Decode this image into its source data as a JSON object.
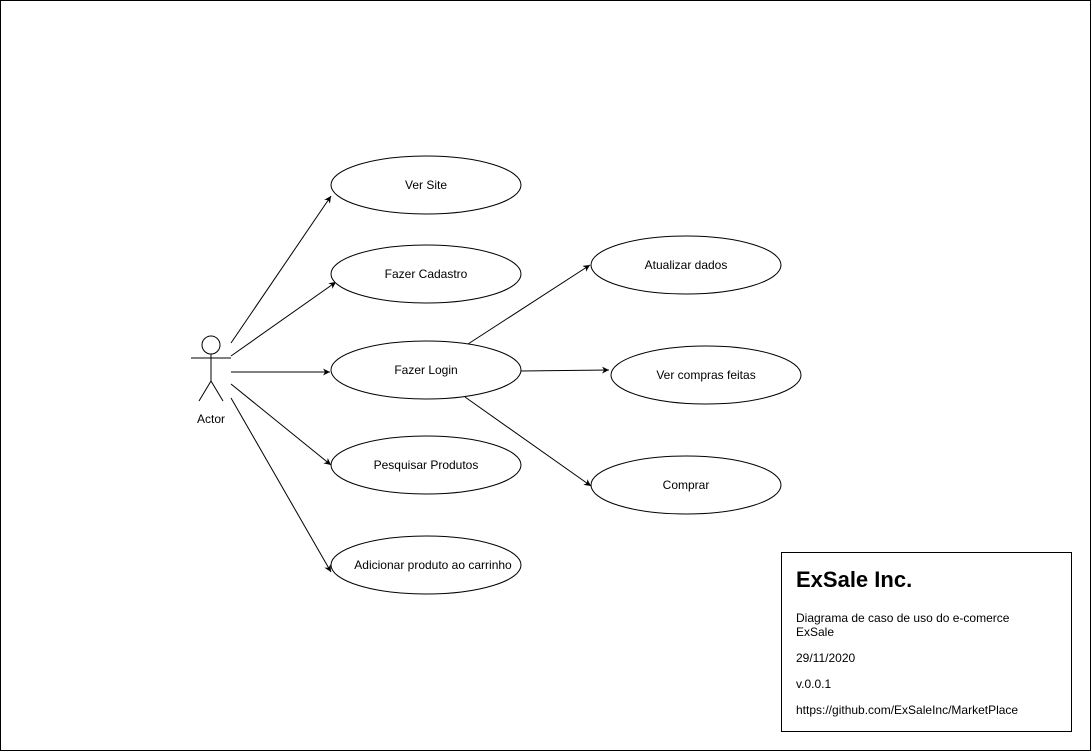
{
  "diagram": {
    "actor": {
      "label": "Actor"
    },
    "use_cases": [
      {
        "id": "ver-site",
        "label": "Ver Site"
      },
      {
        "id": "fazer-cadastro",
        "label": "Fazer Cadastro"
      },
      {
        "id": "fazer-login",
        "label": "Fazer Login"
      },
      {
        "id": "pesquisar-produtos",
        "label": "Pesquisar Produtos"
      },
      {
        "id": "adicionar-produto",
        "label": "Adicionar produto ao carrinho"
      },
      {
        "id": "atualizar-dados",
        "label": "Atualizar dados"
      },
      {
        "id": "ver-compras",
        "label": "Ver compras feitas"
      },
      {
        "id": "comprar",
        "label": "Comprar"
      }
    ],
    "relations": [
      {
        "from": "actor",
        "to": "ver-site"
      },
      {
        "from": "actor",
        "to": "fazer-cadastro"
      },
      {
        "from": "actor",
        "to": "fazer-login"
      },
      {
        "from": "actor",
        "to": "pesquisar-produtos"
      },
      {
        "from": "actor",
        "to": "adicionar-produto"
      },
      {
        "from": "fazer-login",
        "to": "atualizar-dados"
      },
      {
        "from": "fazer-login",
        "to": "ver-compras"
      },
      {
        "from": "fazer-login",
        "to": "comprar"
      }
    ]
  },
  "info": {
    "title": "ExSale Inc.",
    "description": "Diagrama de caso de uso do e-comerce\nExSale",
    "date": "29/11/2020",
    "version": "v.0.0.1",
    "url": "https://github.com/ExSaleInc/MarketPlace"
  },
  "colors": {
    "stroke": "#000000",
    "background": "#ffffff"
  }
}
